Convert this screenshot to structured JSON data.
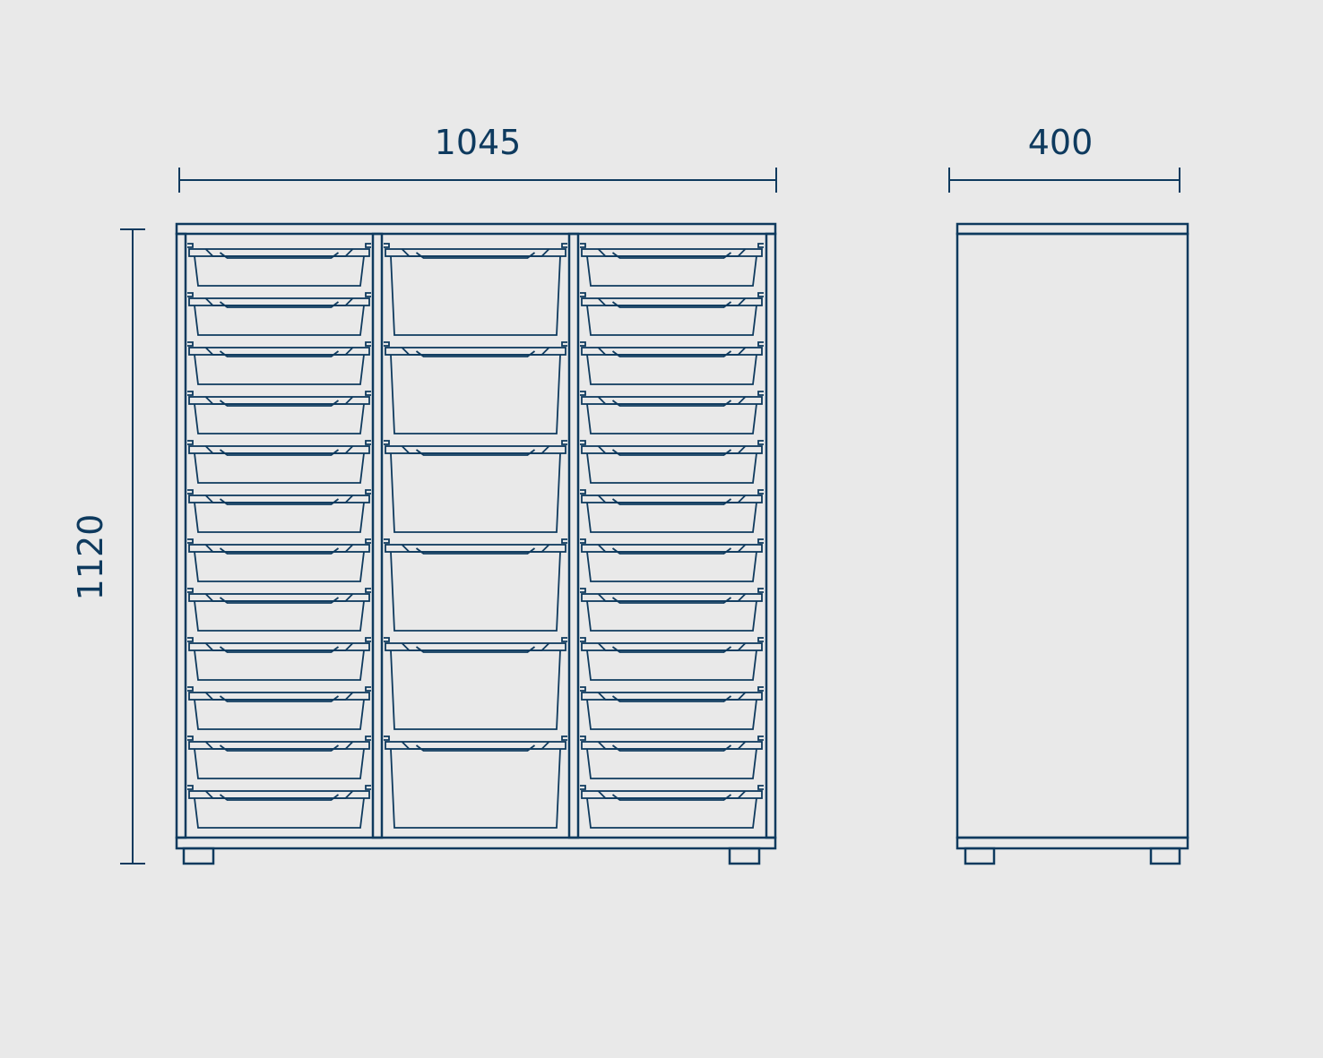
{
  "colors": {
    "background": "#e9e9e9",
    "line": "#0e3a5e"
  },
  "dimensions": {
    "front_width": "1045",
    "depth": "400",
    "height": "1120"
  },
  "cabinet": {
    "columns": [
      {
        "drawer_count": 12,
        "drawer_type": "shallow"
      },
      {
        "drawer_count": 6,
        "drawer_type": "deep"
      },
      {
        "drawer_count": 12,
        "drawer_type": "shallow"
      }
    ]
  }
}
